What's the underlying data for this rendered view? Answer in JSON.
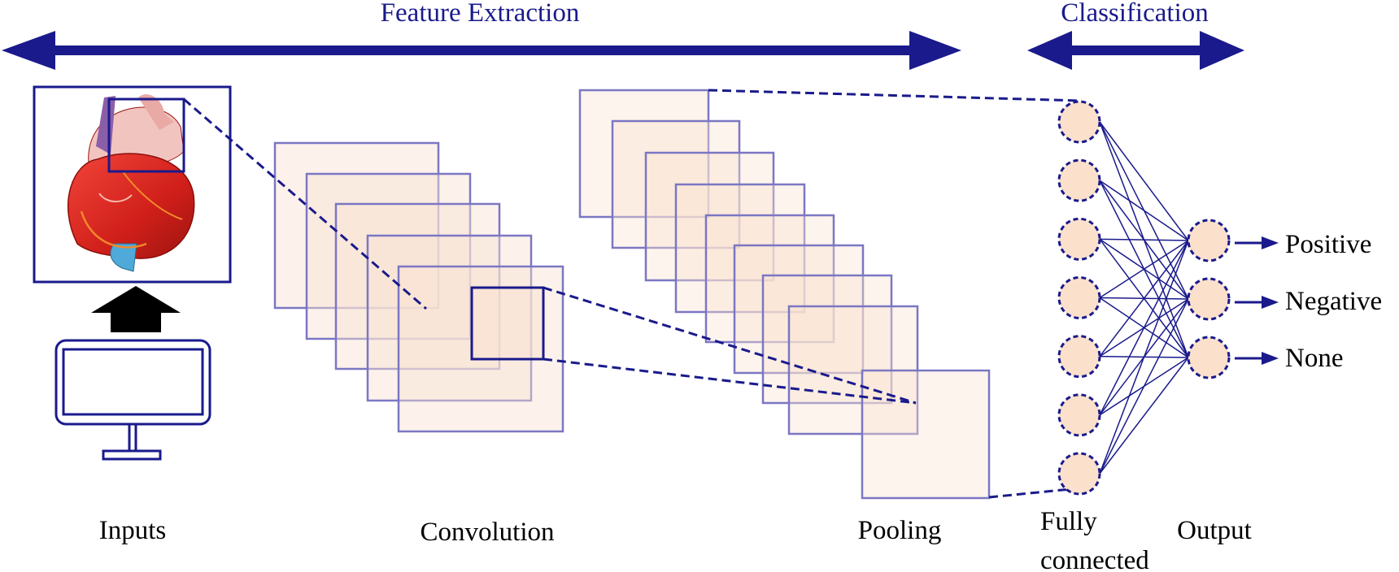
{
  "header": {
    "feature_extraction": "Feature Extraction",
    "classification": "Classification"
  },
  "stages": {
    "inputs": "Inputs",
    "convolution": "Convolution",
    "pooling": "Pooling",
    "fully_connected_line1": "Fully",
    "fully_connected_line2": "connected",
    "output": "Output"
  },
  "outputs": [
    "Positive",
    "Negative",
    "None"
  ],
  "network": {
    "fully_connected_nodes": 7,
    "output_nodes": 3,
    "convolution_maps": 5,
    "pooling_maps": 9
  },
  "icons": {
    "input_image": "heart-icon",
    "upload": "up-arrow-icon",
    "device": "monitor-icon"
  },
  "colors": {
    "navy": "#1a1a8c",
    "feature_map_fill": "#f9e3d3",
    "feature_map_stroke": "#7b77c4",
    "node_fill": "#fbe0cc",
    "heart_red": "#d8261f",
    "aorta_pink": "#f2c4c0",
    "vein_blue": "#4fa9d9"
  }
}
